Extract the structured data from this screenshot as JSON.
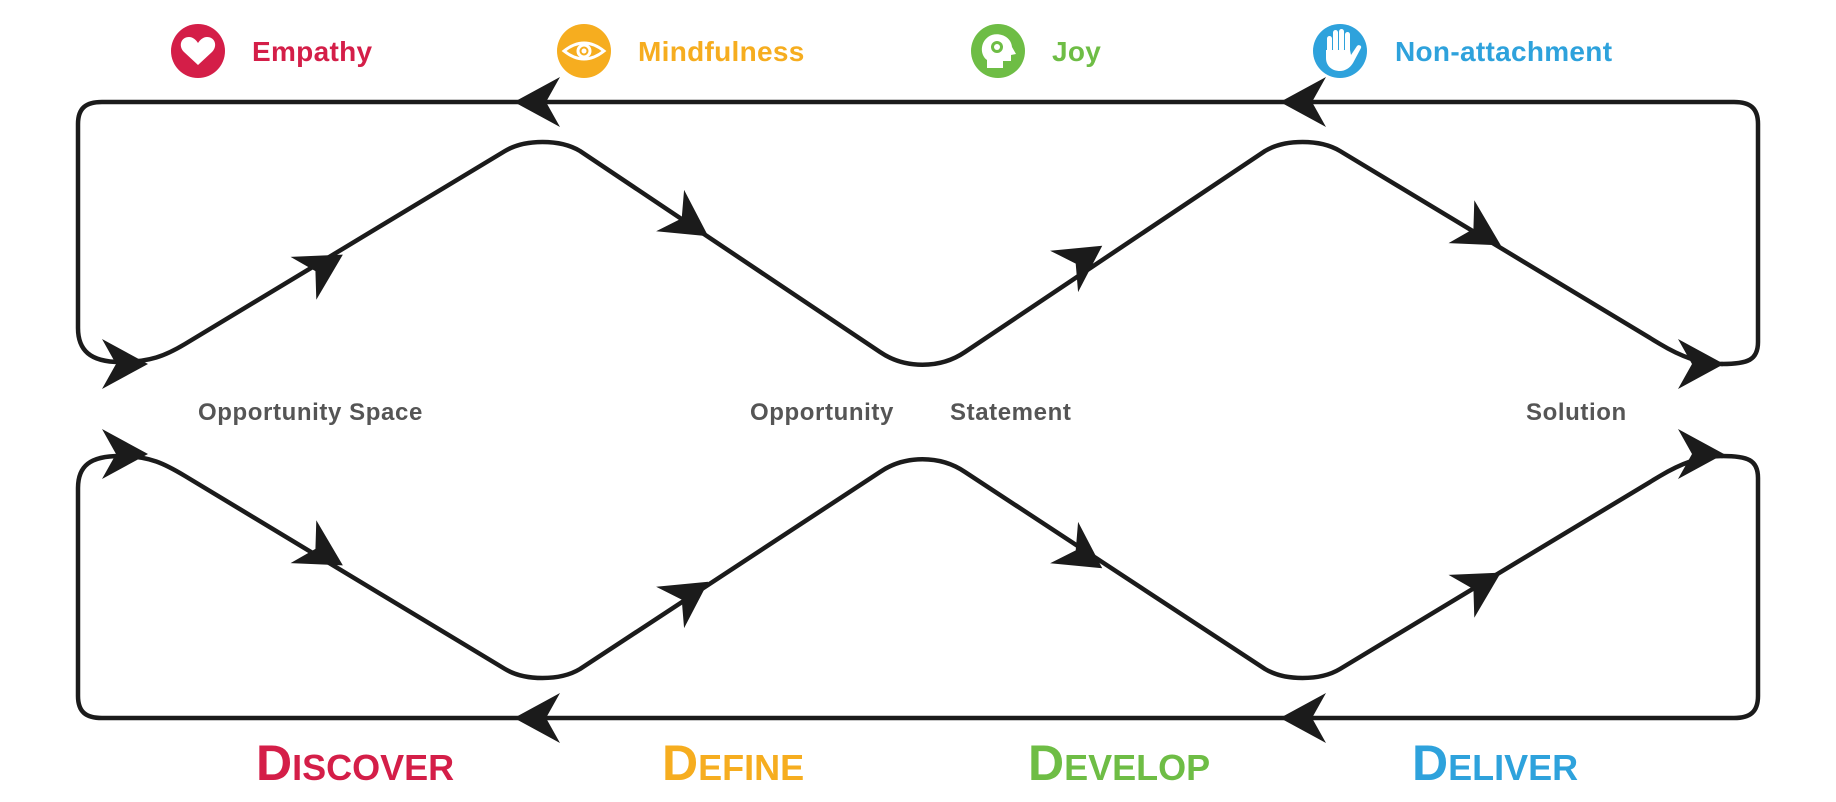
{
  "colors": {
    "line": "#1b1b1b",
    "empathy": "#d41e48",
    "mindfulness": "#f6ad1f",
    "joy": "#6ebd45",
    "non_attachment": "#2ea2dc",
    "label": "#555555"
  },
  "values": [
    {
      "id": "empathy",
      "label": "Empathy",
      "icon": "heart-icon"
    },
    {
      "id": "mindfulness",
      "label": "Mindfulness",
      "icon": "eye-icon"
    },
    {
      "id": "joy",
      "label": "Joy",
      "icon": "head-icon"
    },
    {
      "id": "non_attachment",
      "label": "Non-attachment",
      "icon": "open-hand-icon"
    }
  ],
  "labels": {
    "opportunity_space": "Opportunity Space",
    "opportunity": "Opportunity",
    "statement": "Statement",
    "solution": "Solution"
  },
  "phases": [
    {
      "id": "discover",
      "initial": "D",
      "rest": "ISCOVER"
    },
    {
      "id": "define",
      "initial": "D",
      "rest": "EFINE"
    },
    {
      "id": "develop",
      "initial": "D",
      "rest": "EVELOP"
    },
    {
      "id": "deliver",
      "initial": "D",
      "rest": "ELIVER"
    }
  ]
}
